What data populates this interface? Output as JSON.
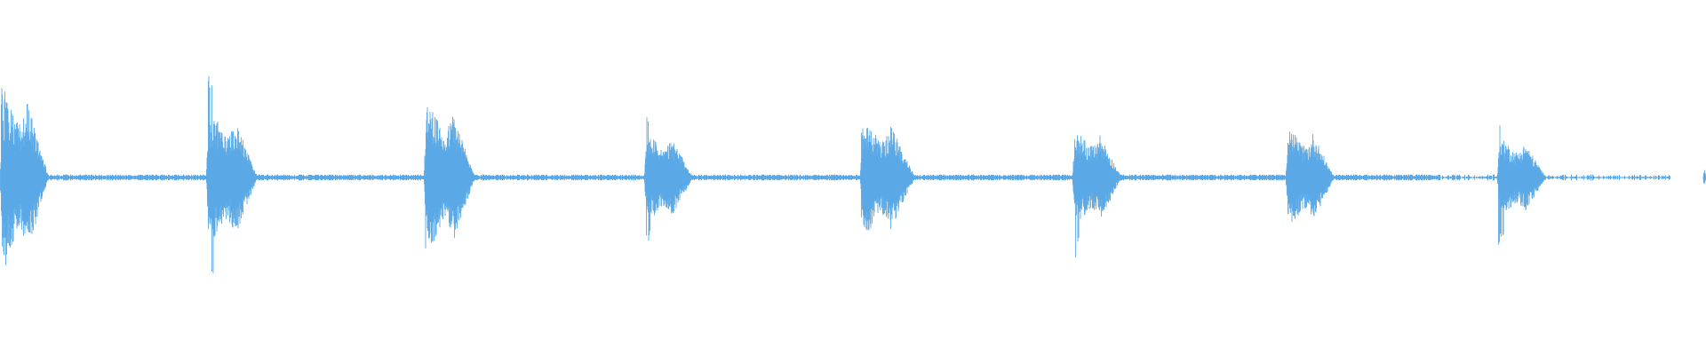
{
  "waveform": {
    "color": "#5aa9e6",
    "background": "#ffffff",
    "baseline_amplitude": 0.012,
    "sound_events": [
      {
        "peak_amplitude": 0.55,
        "body_amplitude": 0.38,
        "attack_spike": 0.55,
        "type": "burst"
      },
      {
        "peak_amplitude": 0.68,
        "body_amplitude": 0.3,
        "attack_spike": 0.68,
        "type": "burst"
      },
      {
        "peak_amplitude": 0.4,
        "body_amplitude": 0.33,
        "attack_spike": 0.4,
        "type": "burst"
      },
      {
        "peak_amplitude": 0.37,
        "body_amplitude": 0.2,
        "attack_spike": 0.37,
        "type": "burst"
      },
      {
        "peak_amplitude": 0.28,
        "body_amplitude": 0.26,
        "attack_spike": 0.28,
        "type": "burst"
      },
      {
        "peak_amplitude": 0.46,
        "body_amplitude": 0.22,
        "attack_spike": 0.46,
        "type": "burst"
      },
      {
        "peak_amplitude": 0.26,
        "body_amplitude": 0.22,
        "attack_spike": 0.26,
        "type": "burst"
      },
      {
        "peak_amplitude": 0.38,
        "body_amplitude": 0.18,
        "attack_spike": 0.38,
        "type": "burst"
      },
      {
        "peak_amplitude": 0.1,
        "body_amplitude": 0.05,
        "attack_spike": 0.1,
        "type": "blip"
      }
    ]
  }
}
